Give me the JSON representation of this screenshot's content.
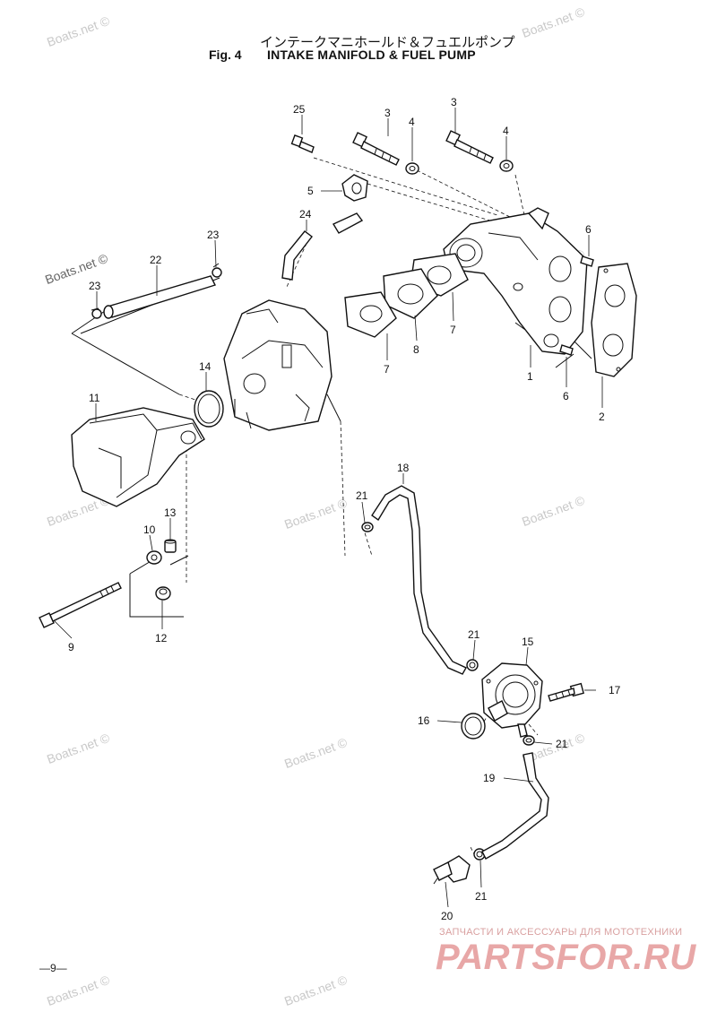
{
  "header": {
    "title_jp": "インテークマニホールド＆フュエルポンプ",
    "fig_label": "Fig. 4",
    "title_en": "INTAKE MANIFOLD & FUEL PUMP"
  },
  "callouts": [
    {
      "id": "c25",
      "text": "25"
    },
    {
      "id": "c3a",
      "text": "3"
    },
    {
      "id": "c4a",
      "text": "4"
    },
    {
      "id": "c3b",
      "text": "3"
    },
    {
      "id": "c4b",
      "text": "4"
    },
    {
      "id": "c5",
      "text": "5"
    },
    {
      "id": "c24",
      "text": "24"
    },
    {
      "id": "c23a",
      "text": "23"
    },
    {
      "id": "c22",
      "text": "22"
    },
    {
      "id": "c23b",
      "text": "23"
    },
    {
      "id": "c6a",
      "text": "6"
    },
    {
      "id": "c7a",
      "text": "7"
    },
    {
      "id": "c8",
      "text": "8"
    },
    {
      "id": "c7b",
      "text": "7"
    },
    {
      "id": "c1",
      "text": "1"
    },
    {
      "id": "c6b",
      "text": "6"
    },
    {
      "id": "c2",
      "text": "2"
    },
    {
      "id": "c14",
      "text": "14"
    },
    {
      "id": "c11",
      "text": "11"
    },
    {
      "id": "c18",
      "text": "18"
    },
    {
      "id": "c21a",
      "text": "21"
    },
    {
      "id": "c13",
      "text": "13"
    },
    {
      "id": "c10",
      "text": "10"
    },
    {
      "id": "c12",
      "text": "12"
    },
    {
      "id": "c9",
      "text": "9"
    },
    {
      "id": "c21b",
      "text": "21"
    },
    {
      "id": "c15",
      "text": "15"
    },
    {
      "id": "c17",
      "text": "17"
    },
    {
      "id": "c16",
      "text": "16"
    },
    {
      "id": "c21c",
      "text": "21"
    },
    {
      "id": "c19",
      "text": "19"
    },
    {
      "id": "c21d",
      "text": "21"
    },
    {
      "id": "c20",
      "text": "20"
    }
  ],
  "watermarks": {
    "text": "Boats.net ©",
    "count": 12
  },
  "footer": {
    "page_number": "—9—",
    "shop_tagline": "ЗАПЧАСТИ И АКСЕССУАРЫ ДЛЯ МОТОТЕХНИКИ",
    "shop_logo": "PARTSFOR.RU"
  },
  "colors": {
    "ink": "#111111",
    "watermark": "#c9c9c9",
    "shop_logo": "#e8a7a7"
  }
}
